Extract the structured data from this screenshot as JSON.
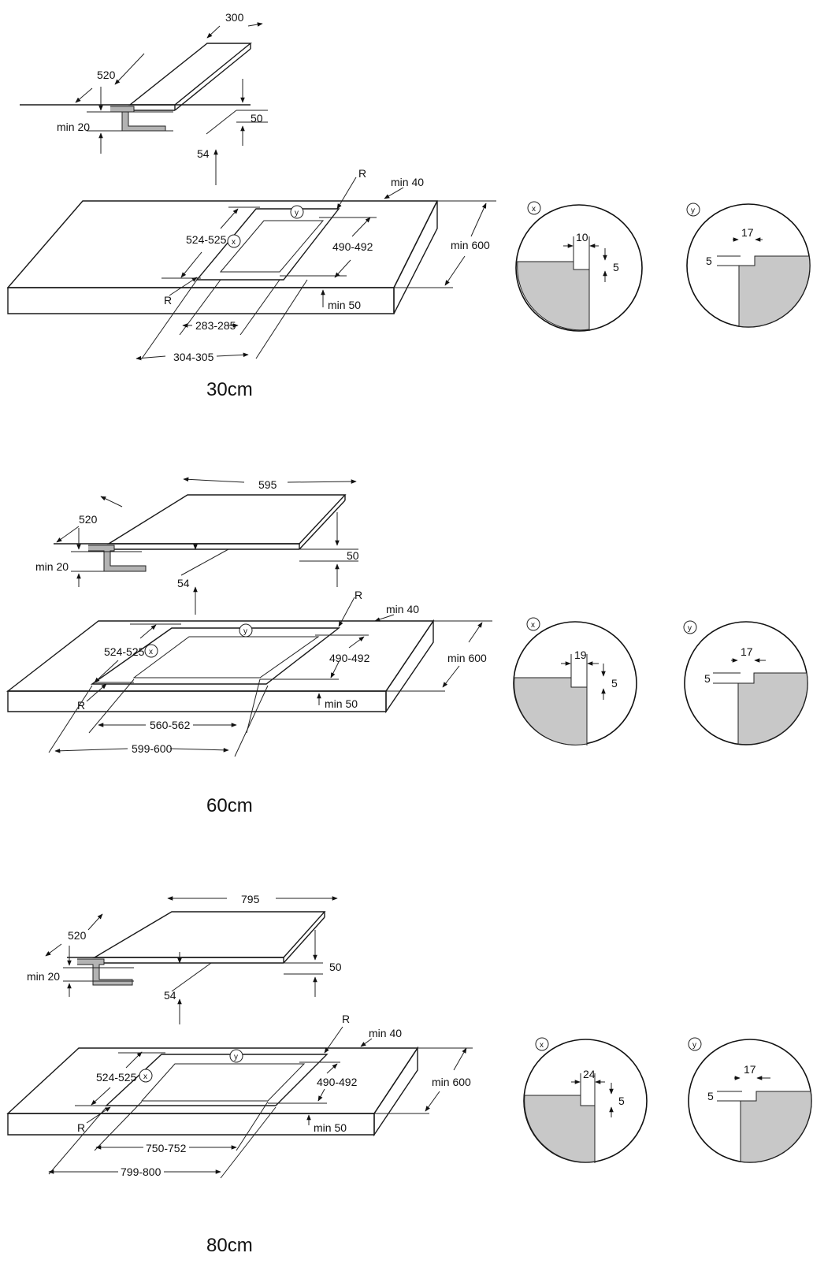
{
  "sections": [
    {
      "label": "30cm",
      "hob": {
        "width": "300",
        "depth": "520",
        "min_height": "min 20",
        "height": "50",
        "depth_below": "54"
      },
      "counter": {
        "radius": "R",
        "min_back": "min 40",
        "y_tag": "y",
        "x_tag": "x",
        "cut_depth": "524-525",
        "inner_depth": "490-492",
        "min_depth": "min 600",
        "radius2": "R",
        "min_thick": "min 50",
        "inner_width": "283-285",
        "outer_width": "304-305"
      },
      "detail_x": {
        "tag": "x",
        "a": "10",
        "b": "5"
      },
      "detail_y": {
        "tag": "y",
        "a": "17",
        "b": "5"
      }
    },
    {
      "label": "60cm",
      "hob": {
        "width": "595",
        "depth": "520",
        "min_height": "min 20",
        "height": "50",
        "depth_below": "54"
      },
      "counter": {
        "radius": "R",
        "min_back": "min 40",
        "y_tag": "y",
        "x_tag": "x",
        "cut_depth": "524-525",
        "inner_depth": "490-492",
        "min_depth": "min 600",
        "radius2": "R",
        "min_thick": "min 50",
        "inner_width": "560-562",
        "outer_width": "599-600"
      },
      "detail_x": {
        "tag": "x",
        "a": "19",
        "b": "5"
      },
      "detail_y": {
        "tag": "y",
        "a": "17",
        "b": "5"
      }
    },
    {
      "label": "80cm",
      "hob": {
        "width": "795",
        "depth": "520",
        "min_height": "min 20",
        "height": "50",
        "depth_below": "54"
      },
      "counter": {
        "radius": "R",
        "min_back": "min 40",
        "y_tag": "y",
        "x_tag": "x",
        "cut_depth": "524-525",
        "inner_depth": "490-492",
        "min_depth": "min 600",
        "radius2": "R",
        "min_thick": "min 50",
        "inner_width": "750-752",
        "outer_width": "799-800"
      },
      "detail_x": {
        "tag": "x",
        "a": "24",
        "b": "5"
      },
      "detail_y": {
        "tag": "y",
        "a": "17",
        "b": "5"
      }
    }
  ]
}
